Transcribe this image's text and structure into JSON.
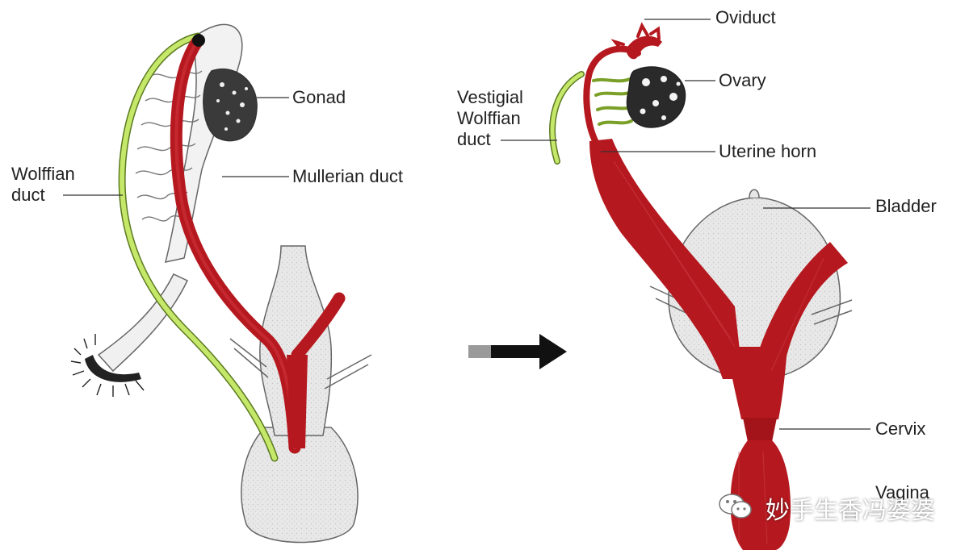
{
  "colors": {
    "mullerian_red": "#b5191f",
    "wolffian_green": "#c6e86a",
    "tissue_grey": "#e6e6e6",
    "outline": "#555555",
    "label_text": "#222222"
  },
  "labels": {
    "gonad": "Gonad",
    "mullerian_duct": "Mullerian duct",
    "wolffian_duct": [
      "Wolffian",
      "duct"
    ],
    "oviduct": "Oviduct",
    "ovary": "Ovary",
    "vestigial_wolffian_duct": [
      "Vestigial",
      "Wolffian",
      "duct"
    ],
    "uterine_horn": "Uterine horn",
    "bladder": "Bladder",
    "cervix": "Cervix",
    "vagina": "Vagina"
  },
  "watermark": {
    "icon": "wechat-icon",
    "text": "妙手生香冯婆婆"
  },
  "transition_arrow": "right-arrow-icon"
}
